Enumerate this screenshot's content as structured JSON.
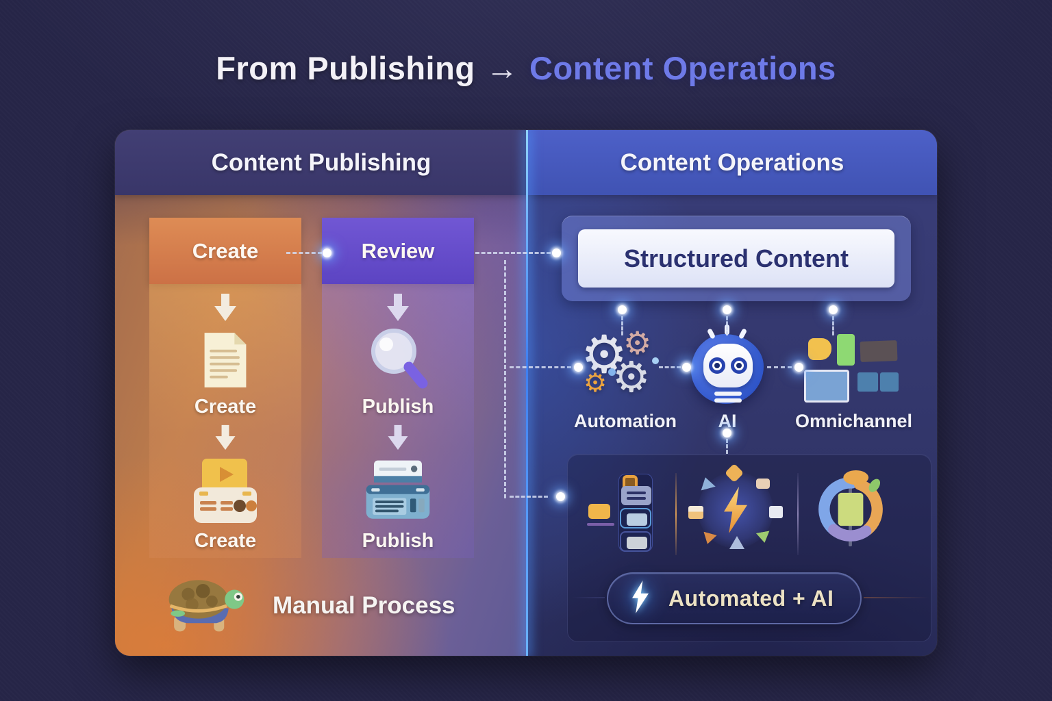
{
  "title": {
    "from": "From Publishing",
    "arrow": "→",
    "to": "Content Operations"
  },
  "left_panel": {
    "header": "Content Publishing",
    "columns": [
      {
        "header": "Create",
        "steps": [
          {
            "icon": "document-icon",
            "label": "Create"
          },
          {
            "icon": "media-card-icon",
            "label": "Create"
          }
        ]
      },
      {
        "header": "Review",
        "steps": [
          {
            "icon": "magnifier-icon",
            "label": "Publish"
          },
          {
            "icon": "printer-icon",
            "label": "Publish"
          }
        ]
      }
    ],
    "footer": {
      "icon": "turtle-icon",
      "label": "Manual Process"
    }
  },
  "right_panel": {
    "header": "Content Operations",
    "structured_content": "Structured Content",
    "capabilities": [
      {
        "icon": "gears-icon",
        "label": "Automation"
      },
      {
        "icon": "ai-robot-icon",
        "label": "AI"
      },
      {
        "icon": "omnichannel-grid-icon",
        "label": "Omnichannel"
      }
    ],
    "pipeline_icons": [
      "content-stack-icon",
      "lightning-burst-icon",
      "content-cycle-icon"
    ],
    "footer": {
      "icon": "lightning-icon",
      "label": "Automated + AI"
    }
  },
  "colors": {
    "background": "#262547",
    "title_accent": "#6e7ae8",
    "create_orange": "#d77f4e",
    "review_purple": "#6750cc",
    "ops_header_blue": "#4658bd",
    "divider_glow": "#4f9bff",
    "structured_card": "#eef0fb",
    "structured_text": "#2b3170",
    "pill_text": "#ece2c4"
  }
}
